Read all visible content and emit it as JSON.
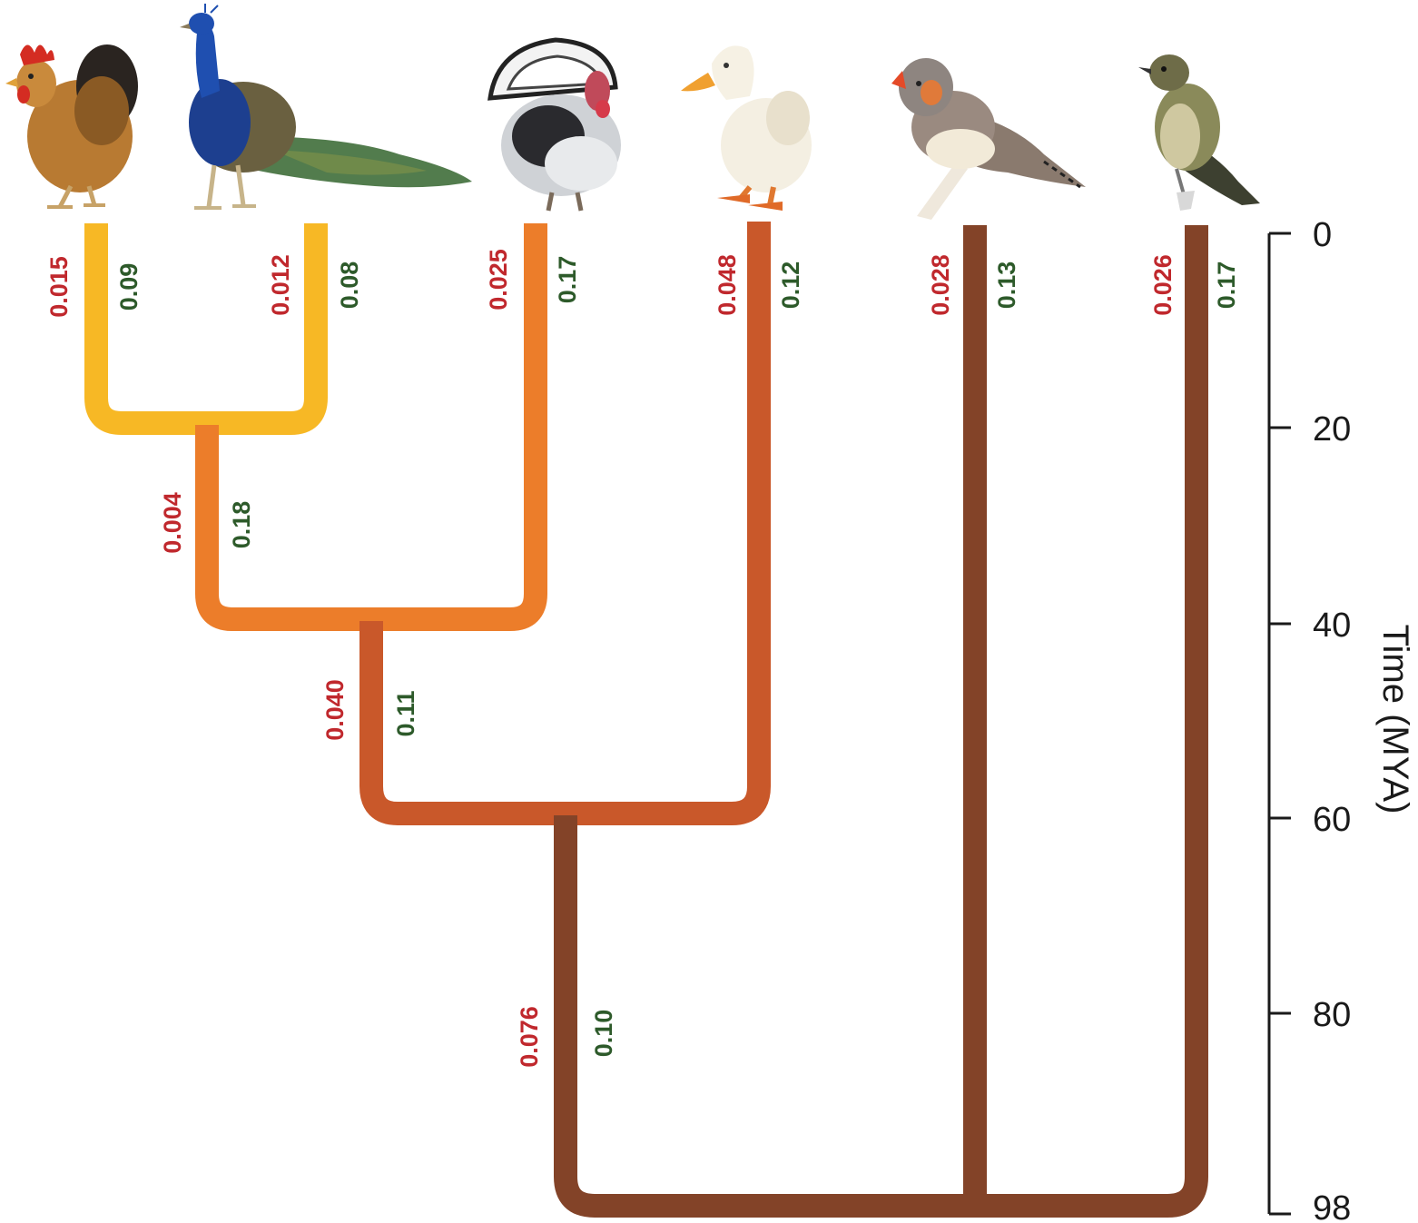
{
  "colors": {
    "branch_yellow": "#f7b825",
    "branch_orange": "#ec7d2a",
    "branch_rust": "#c9582a",
    "branch_brown": "#834328",
    "substitution_label": "#c0282d",
    "second_label": "#2d5a2a",
    "axis": "#1a1a1a"
  },
  "species": [
    {
      "icon": "chicken-icon"
    },
    {
      "icon": "peacock-icon"
    },
    {
      "icon": "turkey-icon"
    },
    {
      "icon": "duck-icon"
    },
    {
      "icon": "zebra-finch-icon"
    },
    {
      "icon": "flycatcher-icon"
    }
  ],
  "branch_labels": {
    "chicken": {
      "red": "0.015",
      "green": "0.09"
    },
    "peacock": {
      "red": "0.012",
      "green": "0.08"
    },
    "turkey": {
      "red": "0.025",
      "green": "0.17"
    },
    "duck": {
      "red": "0.048",
      "green": "0.12"
    },
    "finch": {
      "red": "0.028",
      "green": "0.13"
    },
    "flycatcher": {
      "red": "0.026",
      "green": "0.17"
    },
    "phasianid_stem": {
      "red": "0.004",
      "green": "0.18"
    },
    "galliform_stem": {
      "red": "0.040",
      "green": "0.11"
    },
    "galloanserae_stem": {
      "red": "0.076",
      "green": "0.10"
    }
  },
  "time_axis": {
    "title": "Time (MYA)",
    "ticks": [
      "0",
      "20",
      "40",
      "60",
      "80",
      "98"
    ]
  }
}
